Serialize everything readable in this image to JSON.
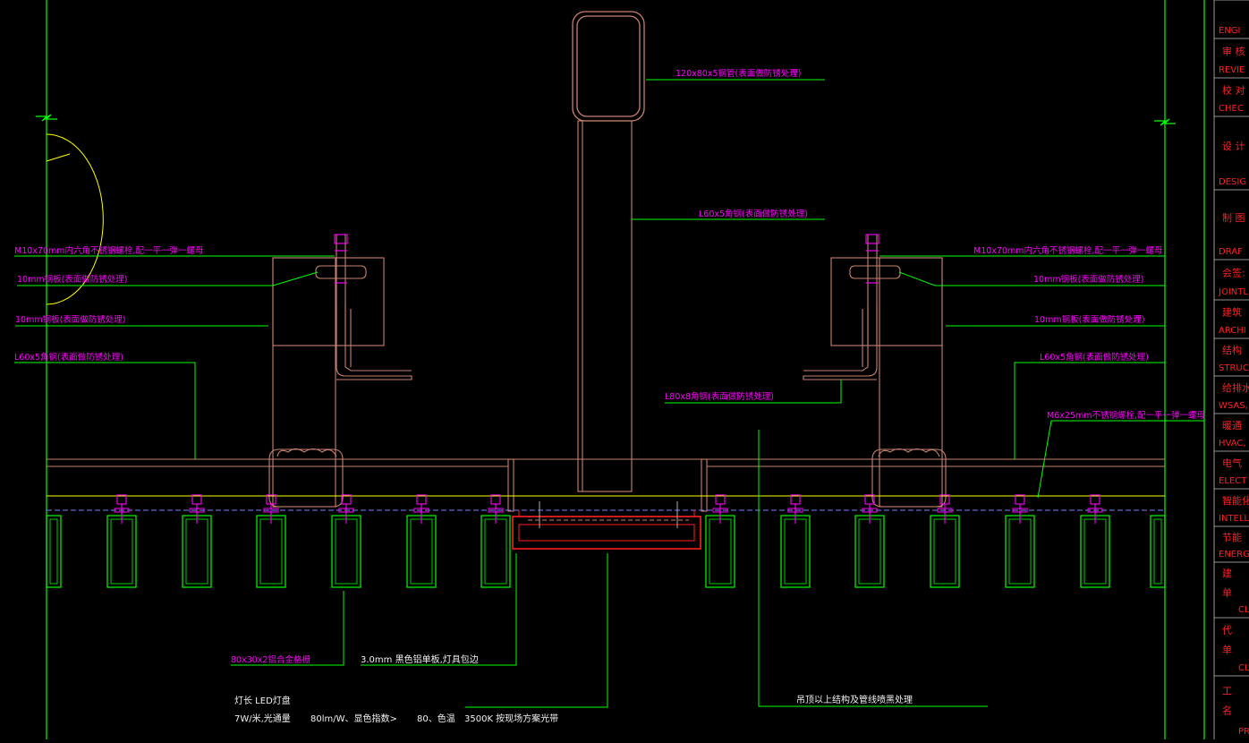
{
  "colors": {
    "background": "#000000",
    "leader": "#00ff00",
    "steel": "#c8826e",
    "annotation": "#ff00ff",
    "yellow_line": "#ffff00",
    "title_block": "#ff2020",
    "note_text": "#f2f2f2"
  },
  "annotations": {
    "tube_label": "120x80x5钢管(表面做防锈处理)",
    "angle_center_label": "L60x5角钢(表面做防锈处理)",
    "bolt_left_label": "M10x70mm内六角不锈钢螺栓,配一平一弹一螺母",
    "plate1_left_label": "10mm钢板(表面做防锈处理)",
    "plate2_left_label": "10mm钢板(表面做防锈处理)",
    "angle_left_label": "L60x5角钢(表面做防锈处理)",
    "bolt_right_label": "M10x70mm内六角不锈钢螺栓,配一平一弹一螺母",
    "plate1_right_label": "10mm钢板(表面做防锈处理)",
    "plate2_right_label": "10mm钢板(表面做防锈处理)",
    "angle_right_label": "L60x5角钢(表面做防锈处理)",
    "angle80_label": "L80x8角钢(表面做防锈处理)",
    "screw_label": "M6x25mm不锈钢螺栓,配一平一弹一螺母",
    "grille_label": "80x30x2铝合金格栅",
    "housing_label": "3.0mm 黑色铝单板,灯具包边",
    "ceiling_note": "吊顶以上结构及管线喷黑处理"
  },
  "light_spec": {
    "line1": "灯长    LED灯盘",
    "line2_a": "7W/米,光通量",
    "line2_b": "80lm/W、显色指数>",
    "line2_c": "80、色温",
    "line2_d": "3500K  按现场方案光带"
  },
  "title_block": {
    "rows": [
      {
        "cn": "",
        "en": "ENGI"
      },
      {
        "cn": "审    核",
        "en": "REVIE"
      },
      {
        "cn": "校    对",
        "en": "CHEC"
      },
      {
        "cn": "设    计",
        "en": "DESIG"
      },
      {
        "cn": "制    图",
        "en": "DRAF"
      },
      {
        "cn": "会签:",
        "en": "JOINTL"
      },
      {
        "cn": "建筑",
        "en": "ARCHI"
      },
      {
        "cn": "结构",
        "en": "STRUC"
      },
      {
        "cn": "给排水",
        "en": "WSAS,"
      },
      {
        "cn": "暖通",
        "en": "HVAC,"
      },
      {
        "cn": "电气",
        "en": "ELECT"
      },
      {
        "cn": "智能化",
        "en": "INTELL"
      },
      {
        "cn": "节能",
        "en": "ENERG"
      },
      {
        "cn": "建\n单",
        "en": "CL"
      },
      {
        "cn": "代\n单",
        "en": "CL"
      },
      {
        "cn": "工\n名",
        "en": "PR"
      }
    ]
  }
}
